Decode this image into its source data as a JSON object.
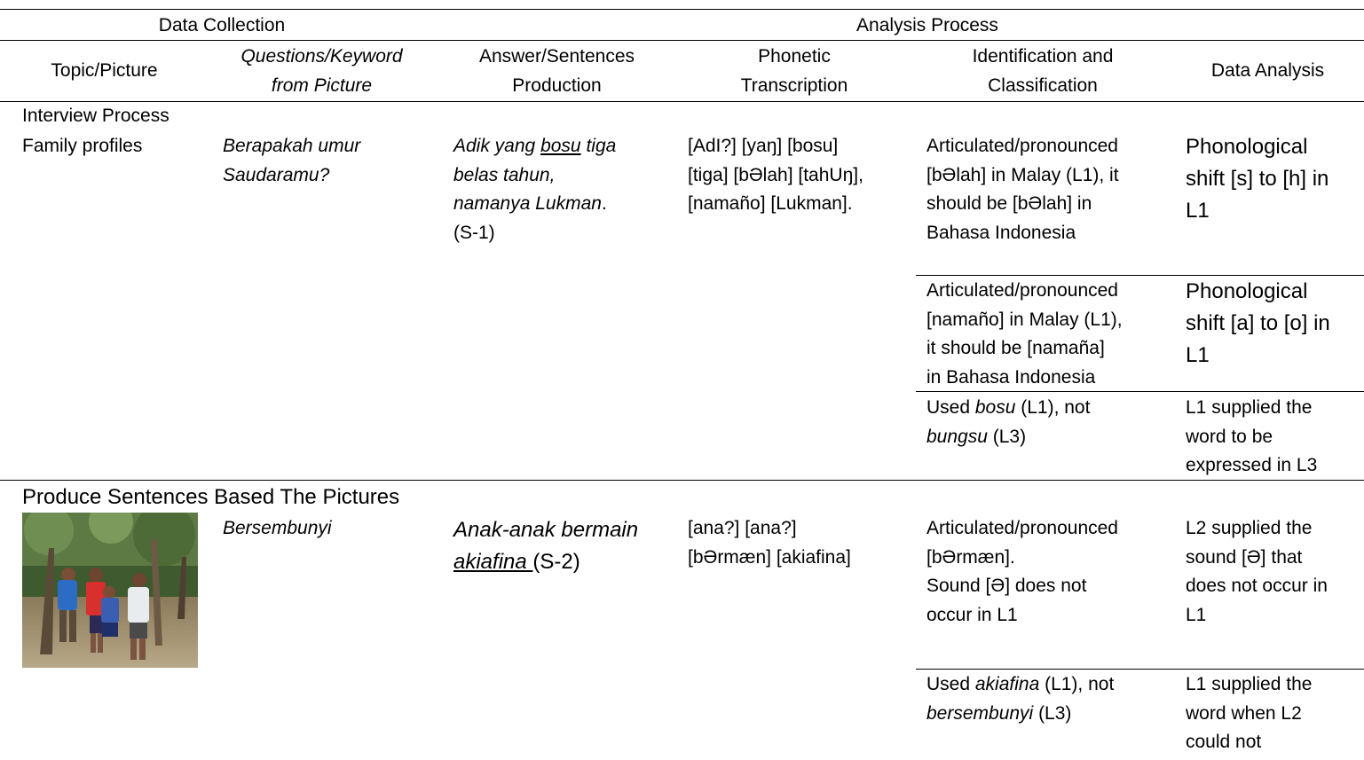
{
  "header": {
    "group_left": "Data Collection",
    "group_right": "Analysis Process",
    "col_topic": "Topic/Picture",
    "col_questions": "Questions/Keyword\nfrom Picture",
    "col_answer": "Answer/Sentences\nProduction",
    "col_phonetic": "Phonetic\nTranscription",
    "col_identification": "Identification and\nClassification",
    "col_analysis": "Data Analysis"
  },
  "section1": {
    "title": "Interview Process",
    "topic": "Family profiles",
    "question": "Berapakah umur\nSaudaramu?",
    "answer_pre": "Adik yang ",
    "answer_under": "bosu",
    "answer_post": " tiga\nbelas tahun,\nnamanya Lukman",
    "answer_tail": ".",
    "answer_code": "(S-1)",
    "phonetic": "[AdI?] [yaŋ] [bosu]\n[tiga] [bƏlah] [tahUŋ],\n[namaño] [Lukman].",
    "rows": [
      {
        "identification": "Articulated/pronounced\n[bƏlah] in Malay (L1), it\nshould be [bƏlah] in\nBahasa Indonesia",
        "analysis": "Phonological\nshift [s] to [h] in\nL1"
      },
      {
        "identification": "Articulated/pronounced\n[namaño] in Malay (L1),\nit should be [namaña]\nin Bahasa Indonesia",
        "analysis": "Phonological\nshift [a] to [o] in\nL1"
      },
      {
        "id_pre": "Used ",
        "id_word": "bosu",
        "id_mid": " (L1), not\n",
        "id_word2": "bungsu",
        "id_post": " (L3)",
        "analysis": "L1 supplied the\nword to be\nexpressed in L3"
      }
    ]
  },
  "section2": {
    "title": "Produce Sentences Based The Pictures",
    "keyword": "Bersembunyi",
    "answer_main": "Anak-anak bermain\n",
    "answer_under": "akiafina ",
    "answer_code": "(S-2)",
    "phonetic": "[ana?] [ana?]\n[bƏrmæn] [akiafina]",
    "rows": [
      {
        "identification": "Articulated/pronounced\n[bƏrmæn].\nSound [Ə] does not\noccur in L1",
        "analysis": "L2 supplied the\nsound [Ə] that\ndoes not occur in\nL1"
      },
      {
        "id_pre": "Used ",
        "id_word": "akiafina",
        "id_mid": " (L1), not\n",
        "id_word2": "bersembunyi",
        "id_post": " (L3)",
        "analysis": "L1 supplied the\nword when L2\ncould not"
      }
    ]
  }
}
